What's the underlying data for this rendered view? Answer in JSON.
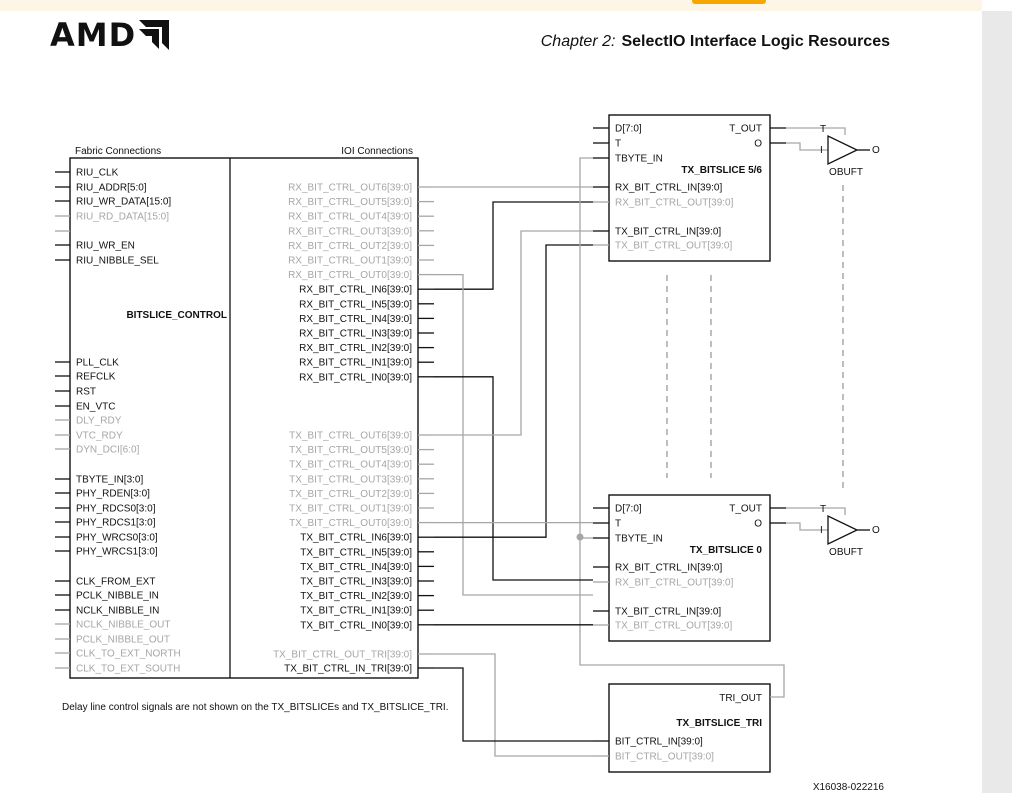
{
  "header": {
    "logo_text": "AMD",
    "chapter_label": "Chapter 2:",
    "chapter_title": "SelectIO Interface Logic Resources"
  },
  "colors": {
    "active": "#111111",
    "inactive": "#a6a6a6",
    "dashed": "#9a9a9a"
  },
  "diagram": {
    "section_left": "Fabric Connections",
    "section_right": "IOI Connections",
    "control_label": "BITSLICE_CONTROL",
    "fabric_pins": [
      {
        "label": "RIU_CLK",
        "active": true
      },
      {
        "label": "RIU_ADDR[5:0]",
        "active": true
      },
      {
        "label": "RIU_WR_DATA[15:0]",
        "active": true
      },
      {
        "label": "RIU_RD_DATA[15:0]",
        "active": false
      },
      {
        "label": "",
        "active": false
      },
      {
        "label": "RIU_WR_EN",
        "active": true
      },
      {
        "label": "RIU_NIBBLE_SEL",
        "active": true
      },
      {
        "label": "PLL_CLK",
        "active": true
      },
      {
        "label": "REFCLK",
        "active": true
      },
      {
        "label": "RST",
        "active": true
      },
      {
        "label": "EN_VTC",
        "active": true
      },
      {
        "label": "DLY_RDY",
        "active": false
      },
      {
        "label": "VTC_RDY",
        "active": false
      },
      {
        "label": "DYN_DCI[6:0]",
        "active": false
      },
      {
        "label": "TBYTE_IN[3:0]",
        "active": true
      },
      {
        "label": "PHY_RDEN[3:0]",
        "active": true
      },
      {
        "label": "PHY_RDCS0[3:0]",
        "active": true
      },
      {
        "label": "PHY_RDCS1[3:0]",
        "active": true
      },
      {
        "label": "PHY_WRCS0[3:0]",
        "active": true
      },
      {
        "label": "PHY_WRCS1[3:0]",
        "active": true
      },
      {
        "label": "CLK_FROM_EXT",
        "active": true
      },
      {
        "label": "PCLK_NIBBLE_IN",
        "active": true
      },
      {
        "label": "NCLK_NIBBLE_IN",
        "active": true
      },
      {
        "label": "NCLK_NIBBLE_OUT",
        "active": false
      },
      {
        "label": "PCLK_NIBBLE_OUT",
        "active": false
      },
      {
        "label": "CLK_TO_EXT_NORTH",
        "active": false
      },
      {
        "label": "CLK_TO_EXT_SOUTH",
        "active": false
      }
    ],
    "ioi_pins": [
      {
        "label": "RX_BIT_CTRL_OUT6[39:0]",
        "active": false
      },
      {
        "label": "RX_BIT_CTRL_OUT5[39:0]",
        "active": false
      },
      {
        "label": "RX_BIT_CTRL_OUT4[39:0]",
        "active": false
      },
      {
        "label": "RX_BIT_CTRL_OUT3[39:0]",
        "active": false
      },
      {
        "label": "RX_BIT_CTRL_OUT2[39:0]",
        "active": false
      },
      {
        "label": "RX_BIT_CTRL_OUT1[39:0]",
        "active": false
      },
      {
        "label": "RX_BIT_CTRL_OUT0[39:0]",
        "active": false
      },
      {
        "label": "RX_BIT_CTRL_IN6[39:0]",
        "active": true
      },
      {
        "label": "RX_BIT_CTRL_IN5[39:0]",
        "active": true
      },
      {
        "label": "RX_BIT_CTRL_IN4[39:0]",
        "active": true
      },
      {
        "label": "RX_BIT_CTRL_IN3[39:0]",
        "active": true
      },
      {
        "label": "RX_BIT_CTRL_IN2[39:0]",
        "active": true
      },
      {
        "label": "RX_BIT_CTRL_IN1[39:0]",
        "active": true
      },
      {
        "label": "RX_BIT_CTRL_IN0[39:0]",
        "active": true
      },
      {
        "label": "TX_BIT_CTRL_OUT6[39:0]",
        "active": false
      },
      {
        "label": "TX_BIT_CTRL_OUT5[39:0]",
        "active": false
      },
      {
        "label": "TX_BIT_CTRL_OUT4[39:0]",
        "active": false
      },
      {
        "label": "TX_BIT_CTRL_OUT3[39:0]",
        "active": false
      },
      {
        "label": "TX_BIT_CTRL_OUT2[39:0]",
        "active": false
      },
      {
        "label": "TX_BIT_CTRL_OUT1[39:0]",
        "active": false
      },
      {
        "label": "TX_BIT_CTRL_OUT0[39:0]",
        "active": false
      },
      {
        "label": "TX_BIT_CTRL_IN6[39:0]",
        "active": true
      },
      {
        "label": "TX_BIT_CTRL_IN5[39:0]",
        "active": true
      },
      {
        "label": "TX_BIT_CTRL_IN4[39:0]",
        "active": true
      },
      {
        "label": "TX_BIT_CTRL_IN3[39:0]",
        "active": true
      },
      {
        "label": "TX_BIT_CTRL_IN2[39:0]",
        "active": true
      },
      {
        "label": "TX_BIT_CTRL_IN1[39:0]",
        "active": true
      },
      {
        "label": "TX_BIT_CTRL_IN0[39:0]",
        "active": true
      },
      {
        "label": "TX_BIT_CTRL_OUT_TRI[39:0]",
        "active": false
      },
      {
        "label": "TX_BIT_CTRL_IN_TRI[39:0]",
        "active": true
      }
    ],
    "tx56": {
      "title": "TX_BITSLICE 5/6",
      "in_pins": [
        {
          "label": "D[7:0]",
          "active": true
        },
        {
          "label": "T",
          "active": true
        },
        {
          "label": "TBYTE_IN",
          "active": true
        },
        {
          "label": "RX_BIT_CTRL_IN[39:0]",
          "active": true
        },
        {
          "label": "RX_BIT_CTRL_OUT[39:0]",
          "active": false
        },
        {
          "label": "TX_BIT_CTRL_IN[39:0]",
          "active": true
        },
        {
          "label": "TX_BIT_CTRL_OUT[39:0]",
          "active": false
        }
      ],
      "out_pins": [
        {
          "label": "T_OUT",
          "active": true
        },
        {
          "label": "O",
          "active": true
        }
      ]
    },
    "tx0": {
      "title": "TX_BITSLICE 0",
      "in_pins": [
        {
          "label": "D[7:0]",
          "active": true
        },
        {
          "label": "T",
          "active": true
        },
        {
          "label": "TBYTE_IN",
          "active": true
        },
        {
          "label": "RX_BIT_CTRL_IN[39:0]",
          "active": true
        },
        {
          "label": "RX_BIT_CTRL_OUT[39:0]",
          "active": false
        },
        {
          "label": "TX_BIT_CTRL_IN[39:0]",
          "active": true
        },
        {
          "label": "TX_BIT_CTRL_OUT[39:0]",
          "active": false
        }
      ],
      "out_pins": [
        {
          "label": "T_OUT",
          "active": true
        },
        {
          "label": "O",
          "active": true
        }
      ]
    },
    "tri": {
      "title": "TX_BITSLICE_TRI",
      "out_label": "TRI_OUT",
      "in_pins": [
        {
          "label": "BIT_CTRL_IN[39:0]",
          "active": true
        },
        {
          "label": "BIT_CTRL_OUT[39:0]",
          "active": false
        }
      ]
    },
    "obuf": {
      "label": "OBUFT",
      "t_pin": "T",
      "i_pin": "I",
      "o_pin": "O"
    },
    "note": "Delay line control signals are not shown on the TX_BITSLICEs and TX_BITSLICE_TRI.",
    "figure_id": "X16038-022216"
  }
}
